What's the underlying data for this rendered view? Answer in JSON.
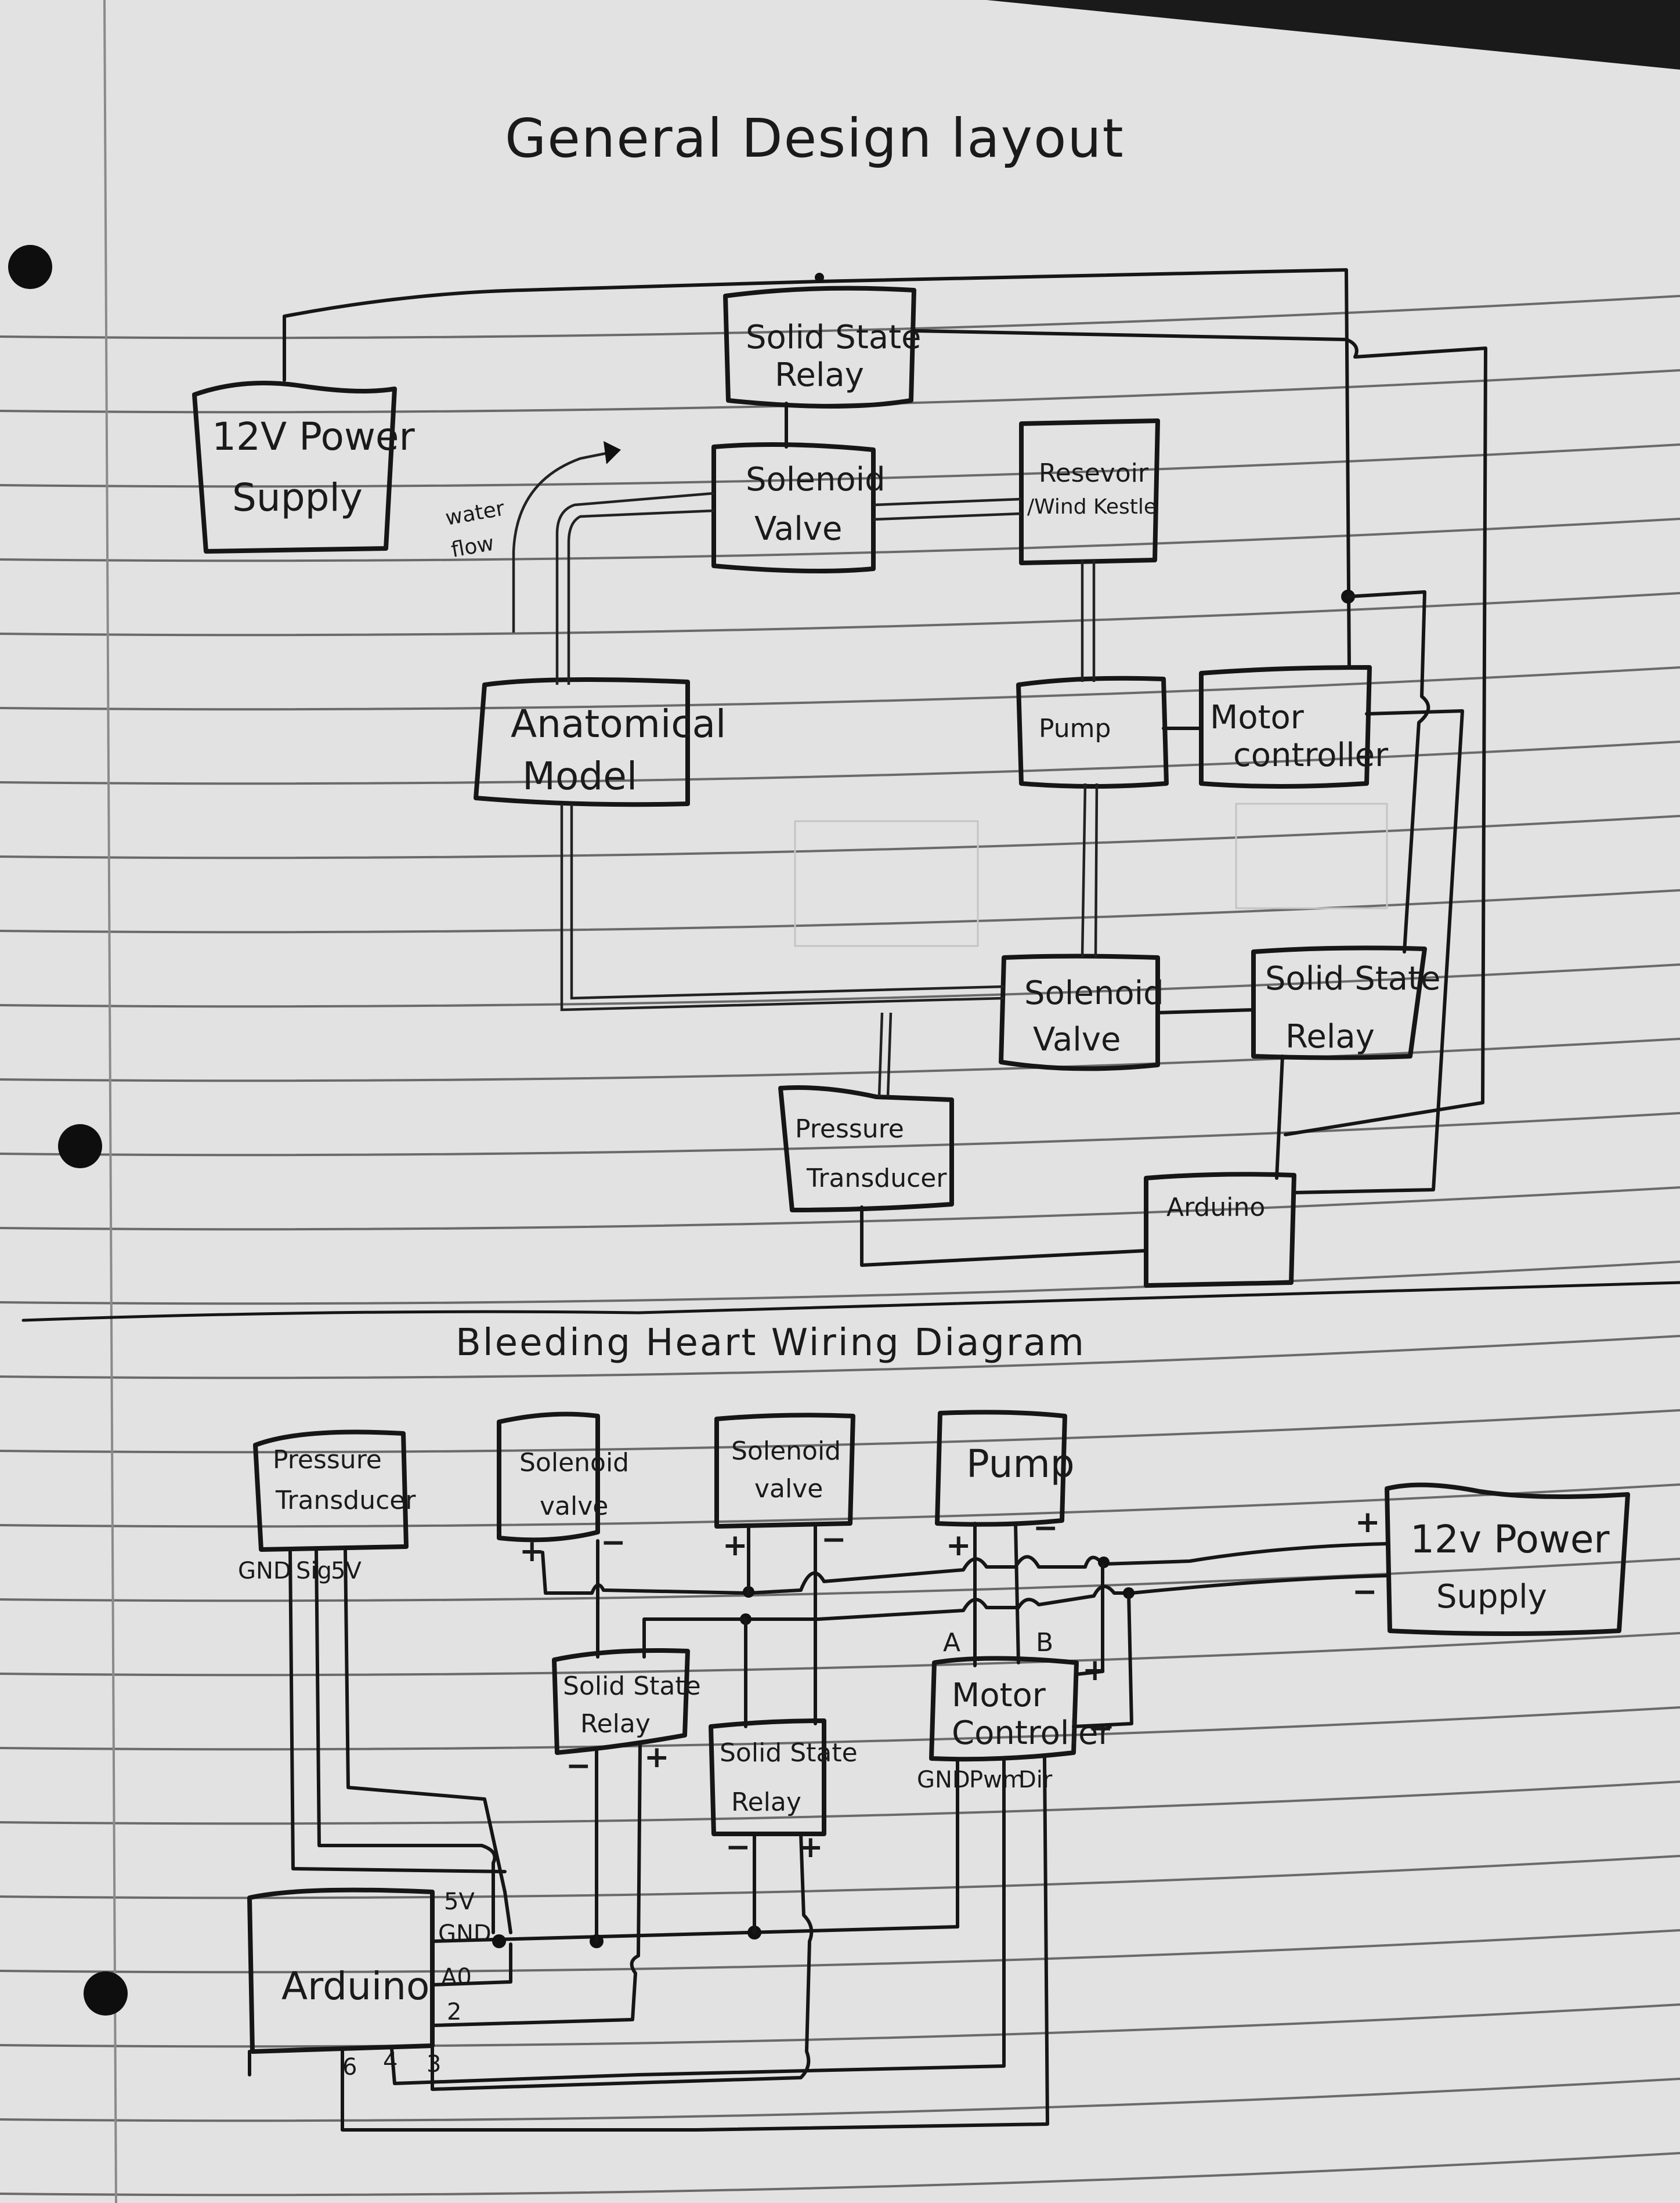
{
  "page": {
    "medium": "lined notebook paper, hand-drawn in pen",
    "colors": {
      "ink": "#161616",
      "paper": "#e4e4e4",
      "rule": "#6a6a6a",
      "background": "#1a1a1a"
    }
  },
  "layout_diagram": {
    "title": "General Design layout",
    "blocks": {
      "power_supply": [
        "12V Power",
        "Supply"
      ],
      "ssr_top": [
        "Solid State",
        "Relay"
      ],
      "solenoid_top": [
        "Solenoid",
        "Valve"
      ],
      "reservoir": [
        "Resevoir",
        "/Wind Kestle"
      ],
      "anatomical": [
        "Anatomical",
        "Model"
      ],
      "pump": [
        "Pump"
      ],
      "motor_ctrl": [
        "Motor",
        "controller"
      ],
      "solenoid_bottom": [
        "Solenoid",
        "Valve"
      ],
      "ssr_bottom": [
        "Solid State",
        "Relay"
      ],
      "pressure": [
        "Pressure",
        "Transducer"
      ],
      "arduino": [
        "Arduino"
      ]
    },
    "annotation": [
      "water",
      "flow"
    ]
  },
  "wiring_diagram": {
    "title": "Bleeding Heart Wiring Diagram",
    "blocks": {
      "pressure": [
        "Pressure",
        "Transducer"
      ],
      "solenoid_1": [
        "Solenoid",
        "valve"
      ],
      "solenoid_2": [
        "Solenoid",
        "valve"
      ],
      "pump": [
        "Pump"
      ],
      "power_supply": [
        "12v Power",
        "Supply"
      ],
      "ssr_1": [
        "Solid State",
        "Relay"
      ],
      "ssr_2": [
        "Solid State",
        "Relay"
      ],
      "motor_ctrl": [
        "Motor",
        "Controller"
      ],
      "arduino": [
        "Arduino"
      ]
    },
    "pins": {
      "pressure": [
        "GND",
        "Sig",
        "5V"
      ],
      "motor_out": [
        "A",
        "B"
      ],
      "motor_in": [
        "GND",
        "Pwm",
        "Dir"
      ],
      "arduino_side": [
        "5V",
        "GND",
        "A0",
        "2"
      ],
      "arduino_bottom": [
        "6",
        "4",
        "3"
      ]
    },
    "polarity": {
      "plus": "+",
      "minus": "−"
    }
  }
}
